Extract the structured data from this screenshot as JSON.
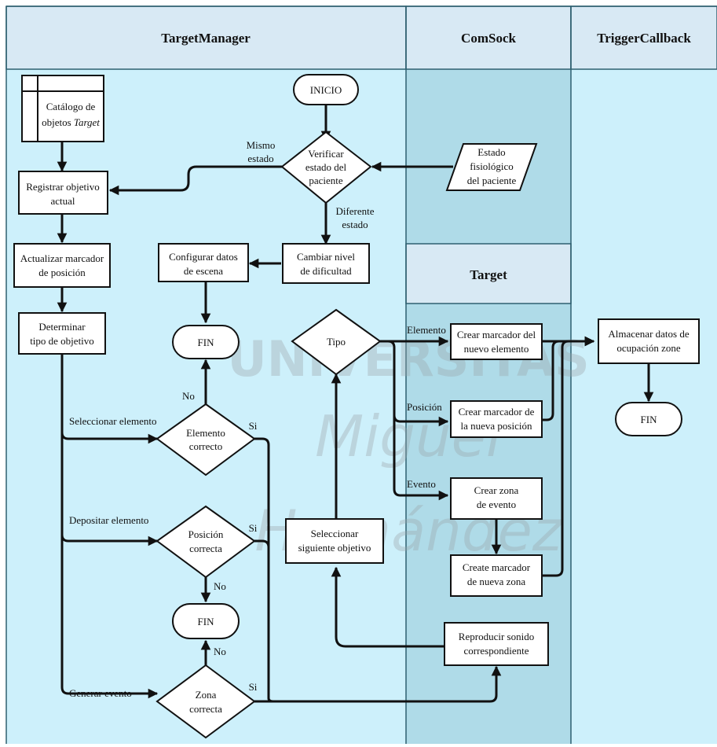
{
  "lanes": {
    "target_manager": "TargetManager",
    "comsock": "ComSock",
    "trigger_callback": "TriggerCallback",
    "target": "Target"
  },
  "watermark": [
    "UNIVERSITAS",
    "Miguel",
    "Hernández"
  ],
  "nodes": {
    "inicio": "INICIO",
    "catalogo_line1": "Catálogo de",
    "catalogo_line2a": "objetos ",
    "catalogo_line2b": "Target",
    "verificar": [
      "Verificar",
      "estado del",
      "paciente"
    ],
    "estado_fisiologico": [
      "Estado",
      "fisiológico",
      "del paciente"
    ],
    "registrar": [
      "Registrar objetivo",
      "actual"
    ],
    "actualizar": [
      "Actualizar marcador",
      "de posición"
    ],
    "cambiar_nivel": [
      "Cambiar nivel",
      "de dificultad"
    ],
    "configurar": [
      "Configurar datos",
      "de escena"
    ],
    "determinar": [
      "Determinar",
      "tipo de objetivo"
    ],
    "fin1": "FIN",
    "tipo": "Tipo",
    "crear_marcador_elemento": [
      "Crear marcador del",
      "nuevo elemento"
    ],
    "almacenar": [
      "Almacenar datos de",
      "ocupación zone"
    ],
    "elemento_correcto": [
      "Elemento",
      "correcto"
    ],
    "crear_marcador_posicion": [
      "Crear marcador de",
      "la nueva posición"
    ],
    "fin_trigger": "FIN",
    "crear_zona": [
      "Crear zona",
      "de evento"
    ],
    "posicion_correcta": [
      "Posición",
      "correcta"
    ],
    "seleccionar_siguiente": [
      "Seleccionar",
      "siguiente objetivo"
    ],
    "create_marcador_zona": [
      "Create marcador",
      "de nueva zona"
    ],
    "fin2": "FIN",
    "reproducir": [
      "Reproducir sonido",
      "correspondiente"
    ],
    "zona_correcta": [
      "Zona",
      "correcta"
    ]
  },
  "edge_labels": {
    "mismo_estado": [
      "Mismo",
      "estado"
    ],
    "diferente_estado": [
      "Diferente",
      "estado"
    ],
    "no_elemento": "No",
    "si_elemento": "Si",
    "seleccionar_elemento": "Seleccionar elemento",
    "depositar_elemento": "Depositar elemento",
    "si_posicion": "Si",
    "no_posicion": "No",
    "no_zona": "No",
    "generar_evento": "Generar evento",
    "si_zona": "Si",
    "elemento": "Elemento",
    "posicion": "Posición",
    "evento": "Evento"
  },
  "colors": {
    "lane_light": "#cdf0fb",
    "lane_dark": "#afdbe8",
    "header": "#d8e9f4",
    "border": "#2f6070"
  }
}
